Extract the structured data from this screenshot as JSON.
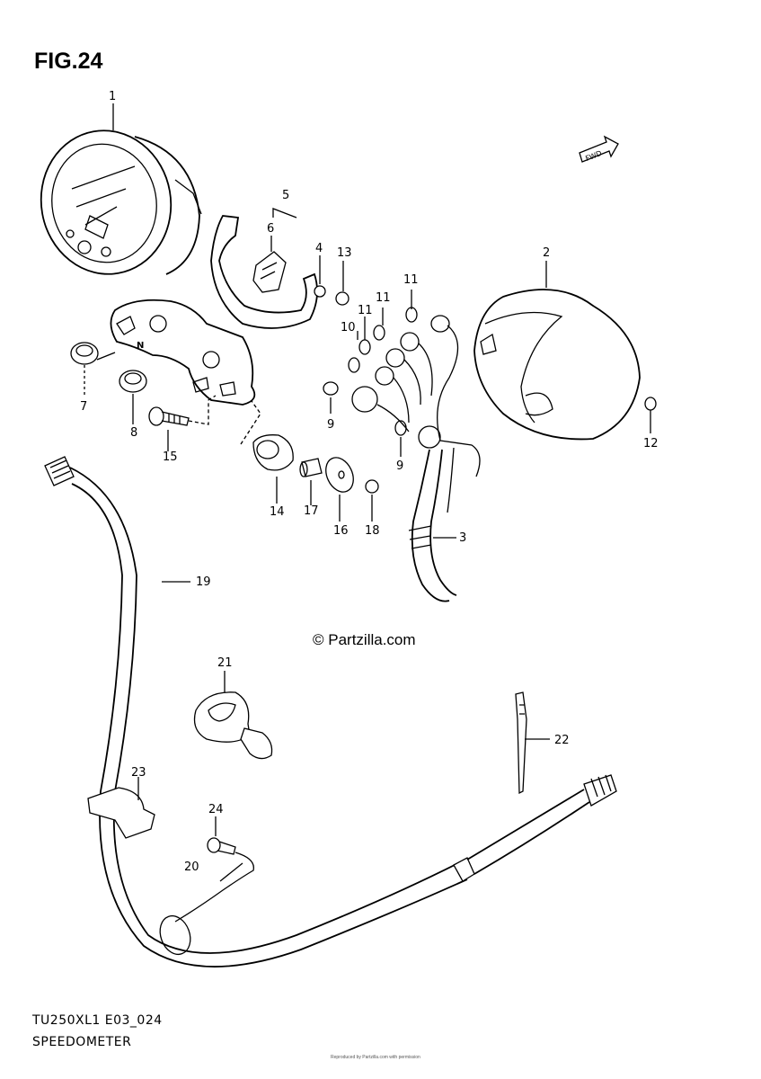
{
  "figure": {
    "title": "FIG.24",
    "model_code": "TU250XL1 E03_024",
    "part_group": "SPEEDOMETER",
    "copyright": "© Partzilla.com",
    "fwd_label": "FWD",
    "fine_print": "Reproduced by Partzilla.com with permission"
  },
  "callouts": [
    {
      "id": "c1",
      "text": "1"
    },
    {
      "id": "c2",
      "text": "2"
    },
    {
      "id": "c3",
      "text": "3"
    },
    {
      "id": "c4",
      "text": "4"
    },
    {
      "id": "c5",
      "text": "5"
    },
    {
      "id": "c6",
      "text": "6"
    },
    {
      "id": "c7",
      "text": "7"
    },
    {
      "id": "c8",
      "text": "8"
    },
    {
      "id": "c9a",
      "text": "9"
    },
    {
      "id": "c9b",
      "text": "9"
    },
    {
      "id": "c10",
      "text": "10"
    },
    {
      "id": "c11a",
      "text": "11"
    },
    {
      "id": "c11b",
      "text": "11"
    },
    {
      "id": "c11c",
      "text": "11"
    },
    {
      "id": "c12",
      "text": "12"
    },
    {
      "id": "c13",
      "text": "13"
    },
    {
      "id": "c14",
      "text": "14"
    },
    {
      "id": "c15",
      "text": "15"
    },
    {
      "id": "c16",
      "text": "16"
    },
    {
      "id": "c17",
      "text": "17"
    },
    {
      "id": "c18",
      "text": "18"
    },
    {
      "id": "c19",
      "text": "19"
    },
    {
      "id": "c20",
      "text": "20"
    },
    {
      "id": "c21",
      "text": "21"
    },
    {
      "id": "c22",
      "text": "22"
    },
    {
      "id": "c23",
      "text": "23"
    },
    {
      "id": "c24",
      "text": "24"
    }
  ],
  "colors": {
    "ink": "#000000",
    "background": "#ffffff"
  }
}
